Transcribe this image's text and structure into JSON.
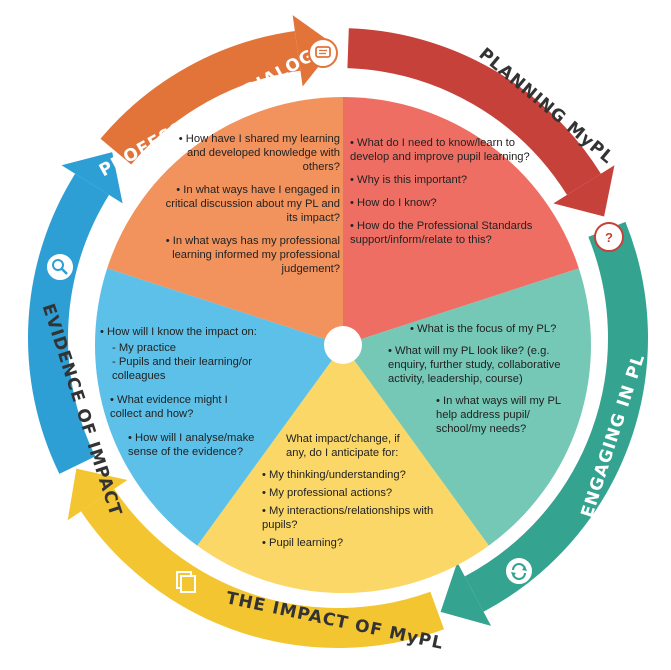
{
  "colors": {
    "planning_arrow": "#c6413a",
    "engaging_arrow": "#34a38f",
    "impact_arrow": "#f2c531",
    "evidence_arrow": "#2d9fd5",
    "dialogue_arrow": "#e2743a",
    "seg_planning": "#ef6e63",
    "seg_engaging": "#75c7b6",
    "seg_impact": "#fad766",
    "seg_evidence": "#5cc0e8",
    "seg_dialogue": "#f2935e"
  },
  "ring_labels": {
    "planning": "PLANNING MyPL",
    "engaging": "ENGAGING IN PL",
    "impact": "THE IMPACT OF MyPL",
    "evidence": "EVIDENCE OF IMPACT",
    "dialogue": "PROFESSIONAL DIALOGUE"
  },
  "icons": {
    "dialogue": "speech-bubble-icon",
    "planning": "question-bubble-icon",
    "engaging": "refresh-cycle-icon",
    "impact": "stacked-pages-icon",
    "evidence": "magnifier-icon"
  },
  "segments": {
    "dialogue": {
      "q1": "• How have I shared my learning and developed knowledge with others?",
      "q2": "• In what ways have I engaged in critical discussion about my PL and its impact?",
      "q3": "• In what ways has my professional learning informed my professional judgement?"
    },
    "planning": {
      "q1": "• What do I need to know/learn to develop and improve pupil learning?",
      "q2": "• Why is this important?",
      "q3": "• How do I know?",
      "q4": "• How do the Professional Standards support/inform/relate to this?"
    },
    "engaging": {
      "q1": "• What is the focus of my PL?",
      "q2": "• What will my PL look like? (e.g. enquiry, further study, collaborative activity, leadership, course)",
      "q3": "• In what ways will my PL help address pupil/ school/my needs?"
    },
    "impact": {
      "intro": "What impact/change, if any, do I anticipate for:",
      "q1": "• My thinking/understanding?",
      "q2": "• My professional actions?",
      "q3": "• My interactions/relationships with pupils?",
      "q4": "• Pupil learning?"
    },
    "evidence": {
      "q1": "• How will I know the impact on:",
      "q1a": "- My practice",
      "q1b": "- Pupils and their learning/or colleagues",
      "q2": "• What evidence might I collect and how?",
      "q3": "• How will I analyse/make sense of the evidence?"
    }
  }
}
